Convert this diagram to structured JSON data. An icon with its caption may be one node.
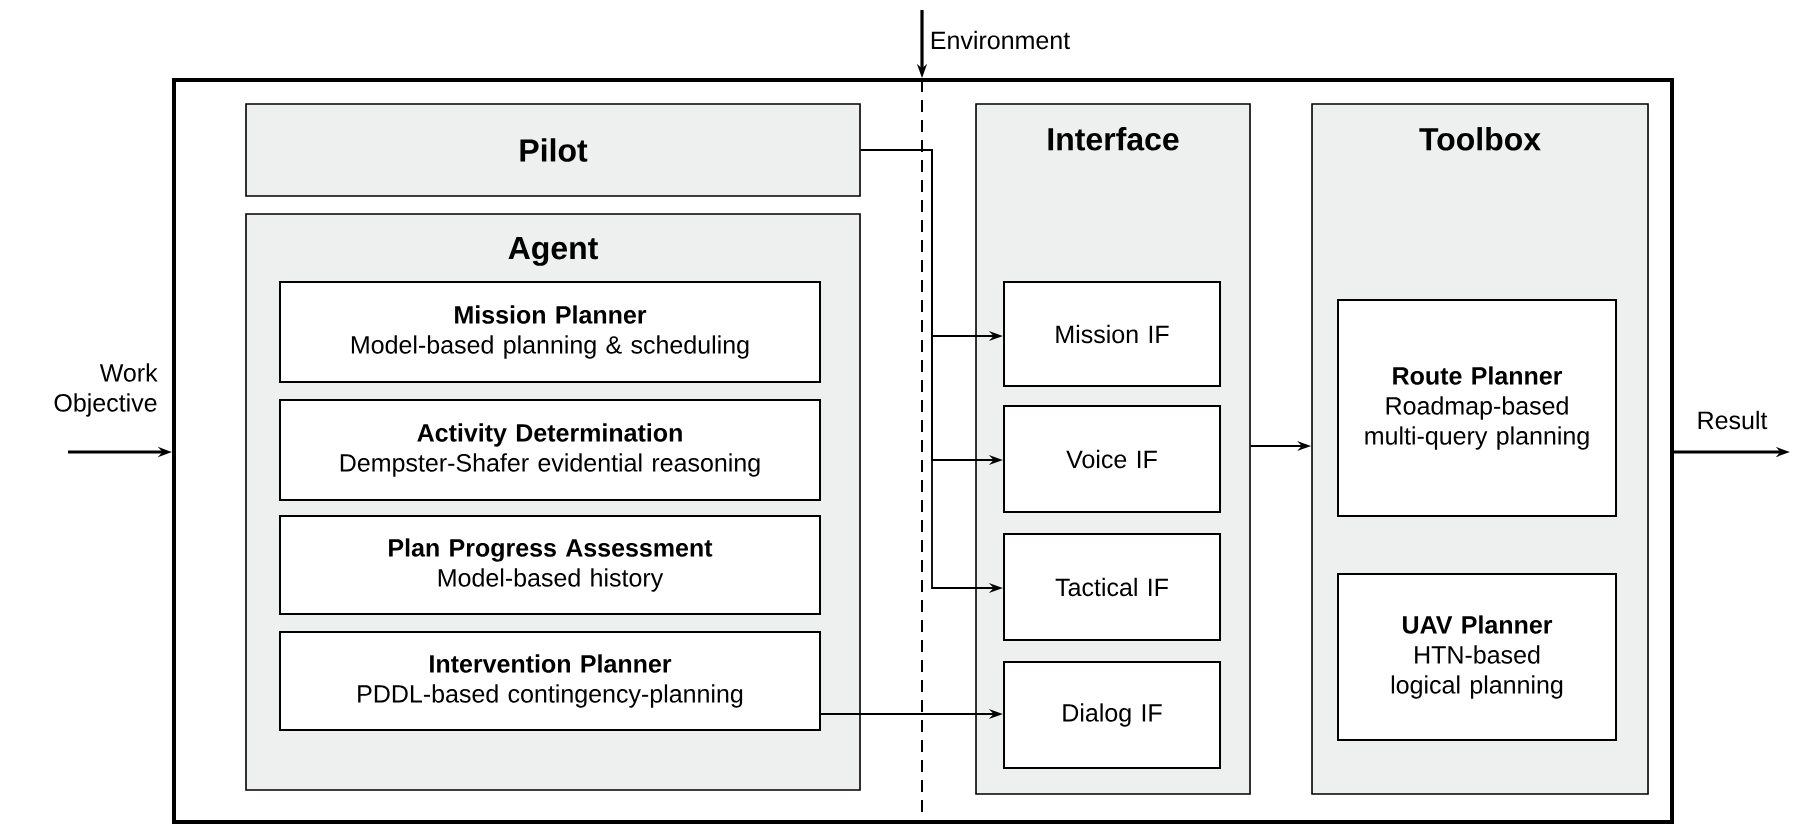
{
  "diagram": {
    "nodes": [
      {
        "text": [],
        "shape": "box"
      },
      {
        "text": [
          "Pilot"
        ],
        "in": 0
      },
      {
        "text": [
          "Agent"
        ],
        "in": 0
      },
      {
        "text": [
          "Mission Planner",
          "Model-based planning & scheduling"
        ],
        "in": 2
      },
      {
        "text": [
          "Activity Determination",
          "Dempster-Shafer evidential reasoning"
        ],
        "in": 2
      },
      {
        "text": [
          "Plan Progress Assessment",
          "Model-based history"
        ],
        "in": 2
      },
      {
        "text": [
          "Intervention Planner",
          "PDDL-based contingency-planning"
        ],
        "in": 2
      },
      {
        "text": [
          "Interface"
        ],
        "in": 0
      },
      {
        "text": [
          "Mission IF"
        ],
        "in": 7
      },
      {
        "text": [
          "Voice IF"
        ],
        "in": 7
      },
      {
        "text": [
          "Tactical IF"
        ],
        "in": 7
      },
      {
        "text": [
          "Dialog IF"
        ],
        "in": 7
      },
      {
        "text": [
          "Toolbox"
        ],
        "in": 0
      },
      {
        "text": [
          "Route Planner",
          "Roadmap-based multi-query planning"
        ],
        "in": 12
      },
      {
        "text": [
          "UAV Planner",
          "HTN-based logical planning"
        ],
        "in": 12
      }
    ],
    "edges": [
      {
        "from": 1,
        "to": 8,
        "arrow": "to"
      },
      {
        "from": 1,
        "to": 9,
        "arrow": "to"
      },
      {
        "from": 1,
        "to": 10,
        "arrow": "to"
      },
      {
        "from": 6,
        "to": 11,
        "arrow": "to"
      },
      {
        "from": 7,
        "to": 12,
        "arrow": "to"
      },
      {
        "from": null,
        "to": 0,
        "arrow": "to",
        "label": "Work Objective"
      },
      {
        "from": 0,
        "to": null,
        "arrow": "to",
        "label": "Result"
      },
      {
        "from": null,
        "to": 0,
        "arrow": "to",
        "label": "Environment"
      }
    ]
  }
}
